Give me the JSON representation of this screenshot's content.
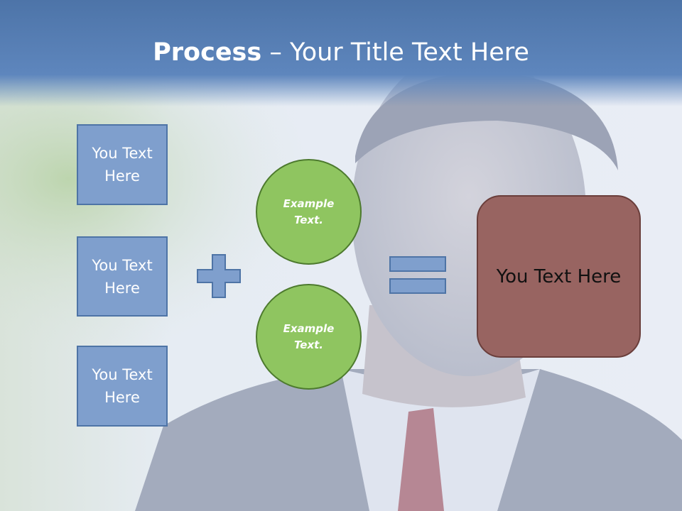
{
  "title": {
    "bold": "Process",
    "separator": " – ",
    "rest": "Your Title Text Here"
  },
  "boxes": [
    {
      "label": "You Text Here"
    },
    {
      "label": "You Text Here"
    },
    {
      "label": "You Text Here"
    }
  ],
  "circles": [
    {
      "label": "Example Text."
    },
    {
      "label": "Example Text."
    }
  ],
  "result": {
    "label": "You Text Here"
  },
  "colors": {
    "title_band": "#5e86bd",
    "box_fill": "#7f9fcd",
    "box_border": "#4e74a6",
    "circle_fill": "#8fc560",
    "circle_border": "#4d7a2e",
    "result_fill": "#986461",
    "operator_fill": "#7f9fcd"
  },
  "icons": [
    "plus-icon",
    "equals-icon"
  ]
}
